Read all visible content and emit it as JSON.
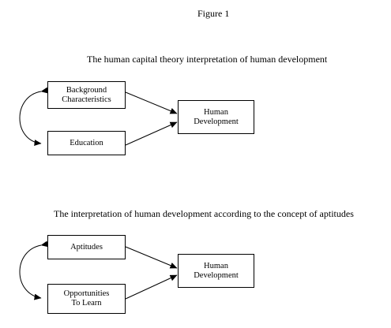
{
  "figure_title": "Figure 1",
  "diagrams": [
    {
      "title": "The human capital theory interpretation of human development",
      "inputs": [
        [
          "Background",
          "Characteristics"
        ],
        [
          "Education"
        ]
      ],
      "output": [
        "Human",
        "Development"
      ]
    },
    {
      "title": "The interpretation of human development according to the concept of aptitudes",
      "inputs": [
        [
          "Aptitudes"
        ],
        [
          "Opportunities",
          "To Learn"
        ]
      ],
      "output": [
        "Human",
        "Development"
      ]
    }
  ],
  "colors": {
    "background": "#ffffff",
    "ink": "#000000"
  }
}
